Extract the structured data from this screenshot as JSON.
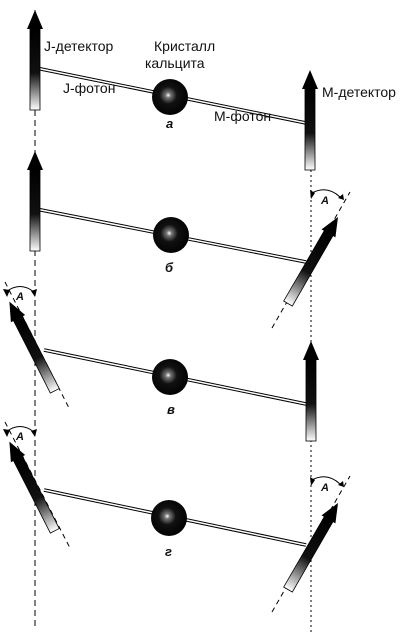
{
  "labels": {
    "j_detector": "J-детектор",
    "m_detector": "M-детектор",
    "crystal_line1": "Кристалл",
    "crystal_line2": "кальцита",
    "j_photon": "J-фотон",
    "m_photon": "M-фотон",
    "angle": "A"
  },
  "panels": [
    {
      "letter": "а",
      "j_detector": "vertical",
      "m_detector": "vertical"
    },
    {
      "letter": "б",
      "j_detector": "vertical",
      "m_detector": "rotated"
    },
    {
      "letter": "в",
      "j_detector": "rotated",
      "m_detector": "vertical"
    },
    {
      "letter": "г",
      "j_detector": "rotated",
      "m_detector": "rotated"
    }
  ]
}
